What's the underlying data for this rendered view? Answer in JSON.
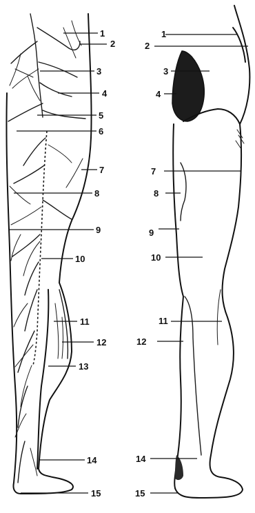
{
  "anterior_labels": [
    "1",
    "2",
    "3",
    "4",
    "5",
    "6",
    "7",
    "8",
    "9",
    "10",
    "11",
    "12",
    "13",
    "14",
    "15"
  ],
  "posterior_labels": [
    "1",
    "2",
    "3",
    "4",
    "7",
    "8",
    "9",
    "10",
    "11",
    "12",
    "14",
    "15"
  ],
  "colors": {
    "ink": "#111111",
    "shade": "#1c1c1c",
    "paper": "#ffffff"
  }
}
